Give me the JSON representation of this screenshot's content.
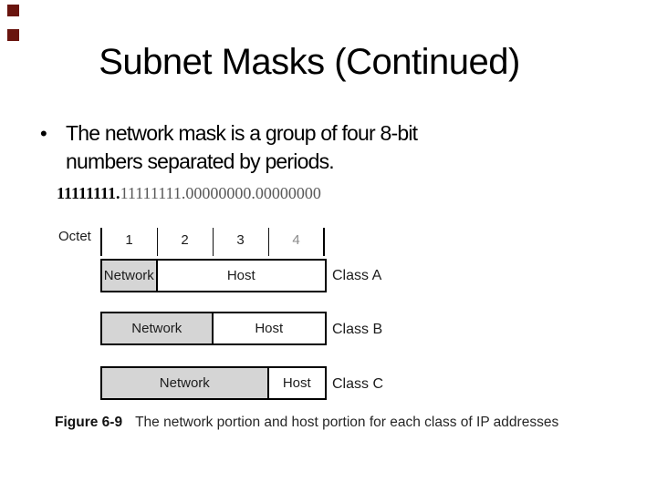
{
  "slide": {
    "title": "Subnet Masks (Continued)",
    "bullet": {
      "marker": "•",
      "text": "The network mask is a group of four 8-bit numbers separated by periods."
    }
  },
  "binary_mask": {
    "network_octet": "11111111.",
    "host_octets": "11111111.00000000.00000000"
  },
  "figure": {
    "octet_label": "Octet",
    "octet_numbers": [
      "1",
      "2",
      "3",
      "4"
    ],
    "bars": [
      {
        "network_label": "Network",
        "host_label": "Host",
        "class_label": "Class A",
        "network_octets": 1,
        "host_octets": 3
      },
      {
        "network_label": "Network",
        "host_label": "Host",
        "class_label": "Class B",
        "network_octets": 2,
        "host_octets": 2
      },
      {
        "network_label": "Network",
        "host_label": "Host",
        "class_label": "Class C",
        "network_octets": 3,
        "host_octets": 1
      }
    ],
    "caption_label": "Figure 6-9",
    "caption_text": "The network portion and host portion for each class of IP addresses"
  },
  "colors": {
    "network_fill": "#d5d5d5",
    "bar_border": "#000000",
    "accent_square": "#69140e",
    "background": "#ffffff"
  }
}
